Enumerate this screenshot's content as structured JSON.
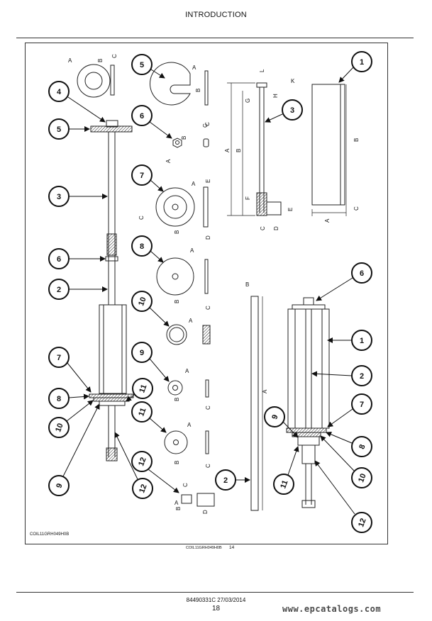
{
  "header": {
    "title": "INTRODUCTION"
  },
  "figure": {
    "id_label": "COIL11GRH049H0B",
    "ref_label": "COIL11GRH049H0B",
    "ref_number": "14",
    "callouts_left": [
      "4",
      "5",
      "3",
      "6",
      "2",
      "7",
      "8",
      "10",
      "9",
      "12",
      "11"
    ],
    "callouts_mid": [
      "5",
      "6",
      "7",
      "8",
      "10",
      "9",
      "11",
      "12"
    ],
    "callouts_right_top": [
      "3",
      "1"
    ],
    "callouts_right_bottom": [
      "6",
      "1",
      "2",
      "7",
      "8",
      "10",
      "9",
      "11",
      "12",
      "2"
    ],
    "letters": {
      "a": "A",
      "b": "B",
      "c": "C",
      "d": "D",
      "e": "E",
      "f": "F",
      "g": "G",
      "h": "H",
      "k": "K",
      "l": "L"
    }
  },
  "footer": {
    "doc_id": "84490331C 27/03/2014",
    "page": "18"
  },
  "watermark": "www.epcatalogs.com"
}
